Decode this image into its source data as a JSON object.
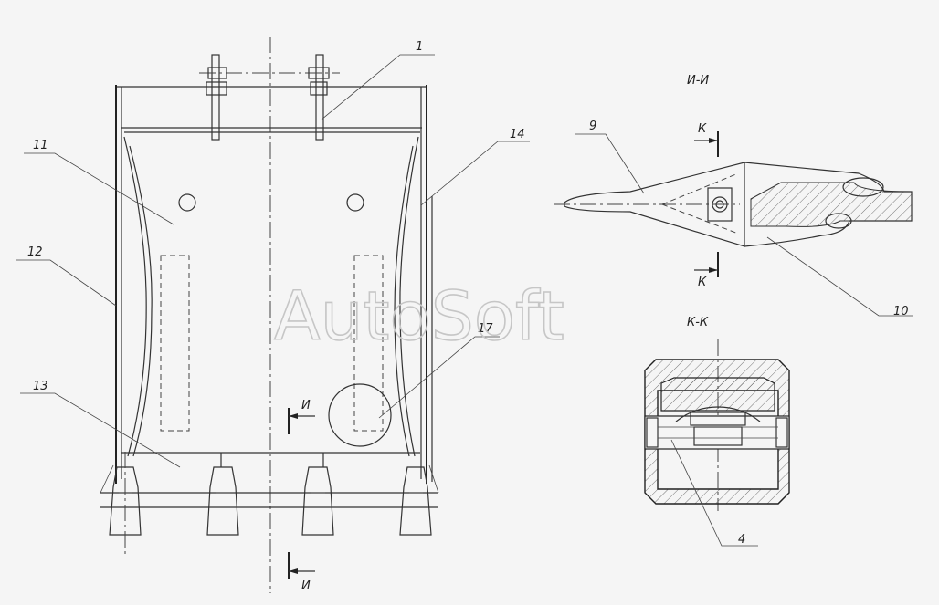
{
  "drawing": {
    "watermark": "AutoSoft",
    "section_ii_title": "И-И",
    "section_kk_title": "К-К",
    "section_marker_i": "И",
    "section_marker_k": "К"
  },
  "callouts": [
    "1",
    "11",
    "12",
    "13",
    "14",
    "17",
    "9",
    "10",
    "4"
  ]
}
